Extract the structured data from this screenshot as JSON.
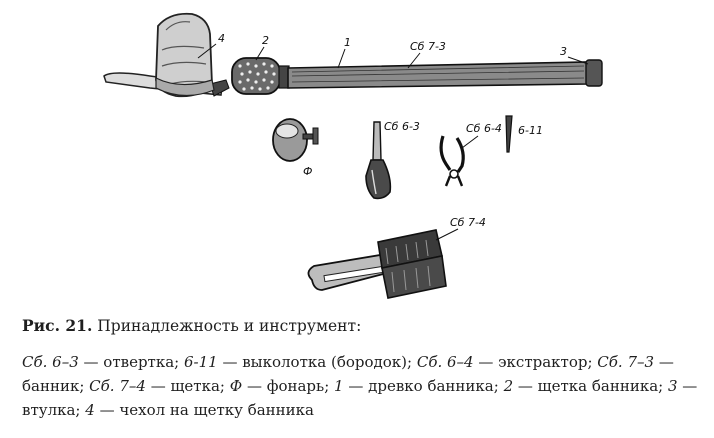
{
  "figure": {
    "labels": {
      "cover": "4",
      "brush": "2",
      "pole": "1",
      "rammer": "Сб 7-3",
      "bushing": "3",
      "screwdriver": "Сб 6-3",
      "extractor": "Сб 6-4",
      "punch": "6-11",
      "lamp": "Ф",
      "hand_brush": "Сб 7-4"
    }
  },
  "caption": {
    "prefix": "Рис. 21.",
    "title": " Принадлежность и инструмент:"
  },
  "legend": [
    {
      "code": "Сб. 6–3",
      "text": " — отвертка; "
    },
    {
      "code": "6-11",
      "text": " — выколотка (бородок); "
    },
    {
      "code": "Сб. 6–4",
      "text": " — экстрактор; "
    },
    {
      "code": "Сб. 7–3",
      "text": " — банник; "
    },
    {
      "code": "Сб. 7–4",
      "text": " — щетка; "
    },
    {
      "code": "Ф",
      "text": " — фонарь; "
    },
    {
      "code": "1",
      "text": " — древко банника; "
    },
    {
      "code": "2",
      "text": " — щетка банника; "
    },
    {
      "code": "3",
      "text": " — втулка; "
    },
    {
      "code": "4",
      "text": " — чехол на щетку банника"
    }
  ]
}
